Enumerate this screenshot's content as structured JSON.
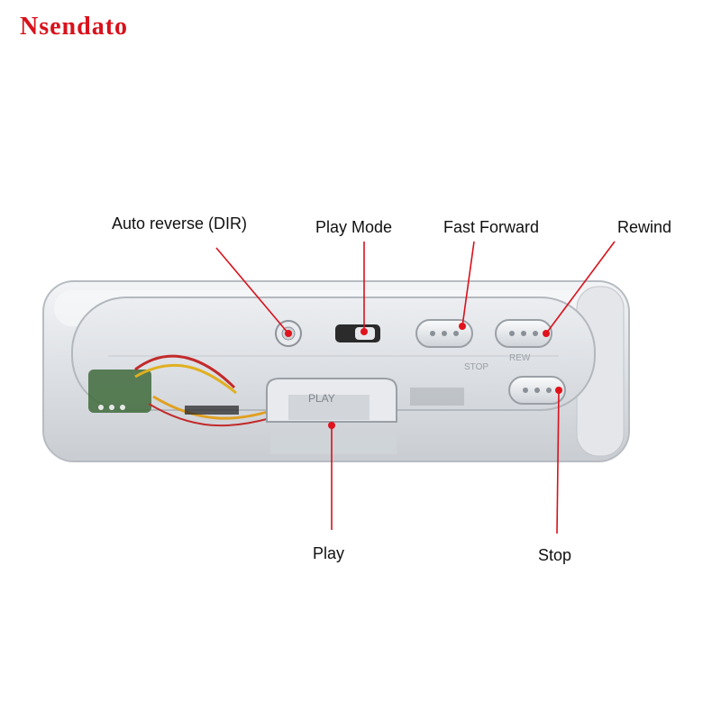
{
  "brand": {
    "logo_text": "Nsendato"
  },
  "product": {
    "description": "transparent cassette player control panel",
    "embossed": {
      "play_button": "PLAY",
      "stop_button": "STOP",
      "rew_button": "REW"
    }
  },
  "callouts": {
    "auto_reverse": "Auto reverse (DIR)",
    "play_mode": "Play Mode",
    "fast_forward": "Fast Forward",
    "rewind": "Rewind",
    "play": "Play",
    "stop": "Stop"
  },
  "colors": {
    "brand": "#d9111b",
    "leader_line": "#d9111b",
    "marker": "#e0121c"
  }
}
